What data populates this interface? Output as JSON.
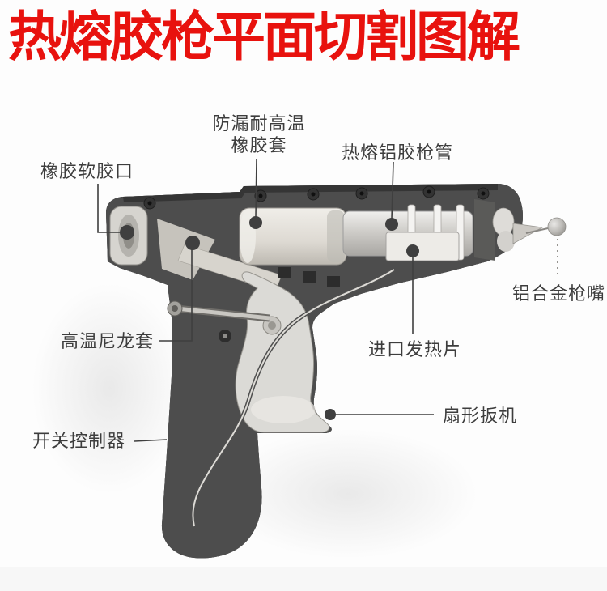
{
  "title": "热熔胶枪平面切割图解",
  "theme": {
    "title_color": "#e8120e",
    "label_color": "#3d3d3d",
    "leader_color": "#3f3f3f",
    "bg_color": "#fdfdfd",
    "sketch_dark": "#4d4d4d",
    "sketch_light": "#dbdad6"
  },
  "diagram": {
    "labels": {
      "sealing_sleeve": {
        "line1": "防漏耐高温",
        "line2": "橡胶套"
      },
      "barrel": "热熔铝胶枪管",
      "soft_mouth": "橡胶软胶口",
      "alloy_nozzle": "铝合金枪嘴",
      "nylon_sleeve": "高温尼龙套",
      "heater": "进口发热片",
      "switch": "开关控制器",
      "trigger": "扇形扳机"
    }
  }
}
